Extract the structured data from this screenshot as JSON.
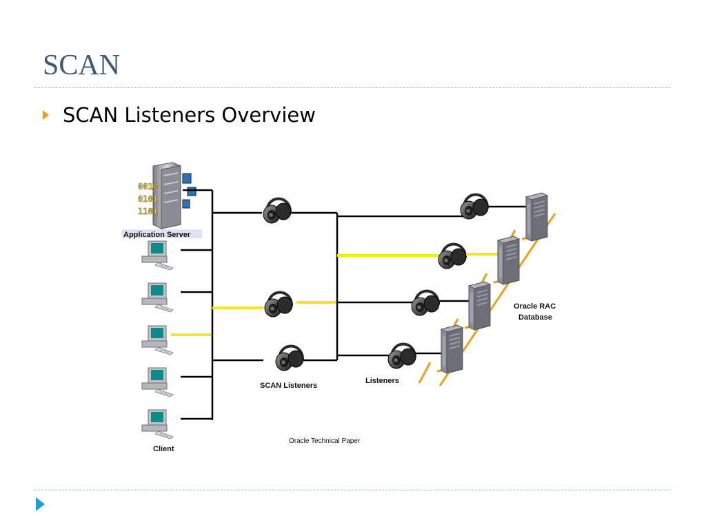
{
  "slide": {
    "title": "SCAN",
    "bullet": "SCAN Listeners Overview"
  },
  "diagram": {
    "labels": {
      "app_server": "Application Server",
      "client": "Client",
      "scan_listeners": "SCAN Listeners",
      "listeners": "Listeners",
      "rac_line1": "Oracle RAC",
      "rac_line2": "Database",
      "source": "Oracle Technical Paper",
      "binary": [
        "0010",
        "0101",
        "1101"
      ]
    },
    "colors": {
      "wire": "#000000",
      "active_wire": "#f5e81a",
      "accent": "#3d5a78",
      "bullet": "#e8a020",
      "rule": "#8cb4d2",
      "interconnect": "#e8a020"
    }
  }
}
